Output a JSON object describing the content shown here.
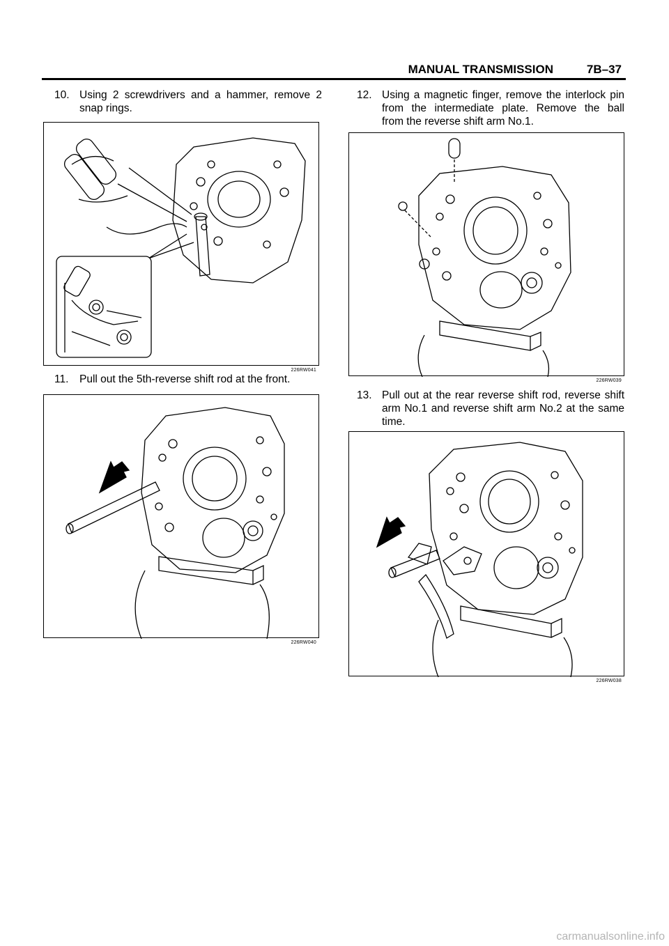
{
  "header": {
    "section_title": "MANUAL TRANSMISSION",
    "page_number": "7B–37"
  },
  "steps": [
    {
      "number": "10.",
      "line1": "Using 2 screwdrivers and a hammer, remove 2",
      "line2": "snap rings.",
      "figure_code": "226RW041"
    },
    {
      "number": "11.",
      "line1": "Pull out the 5th-reverse shift rod at the front.",
      "figure_code": "226RW040"
    },
    {
      "number": "12.",
      "line1": "Using a magnetic finger, remove the interlock pin",
      "line2": "from the intermediate plate.  Remove the ball",
      "line3": "from the reverse shift arm No.1.",
      "figure_code": "226RW039"
    },
    {
      "number": "13.",
      "line1": "Pull out at the rear reverse shift rod, reverse shift",
      "line2": "arm No.1 and reverse shift arm No.2 at the same",
      "line3": "time.",
      "figure_code": "226RW038"
    }
  ],
  "footer": {
    "watermark": "carmanualsonline.info"
  }
}
